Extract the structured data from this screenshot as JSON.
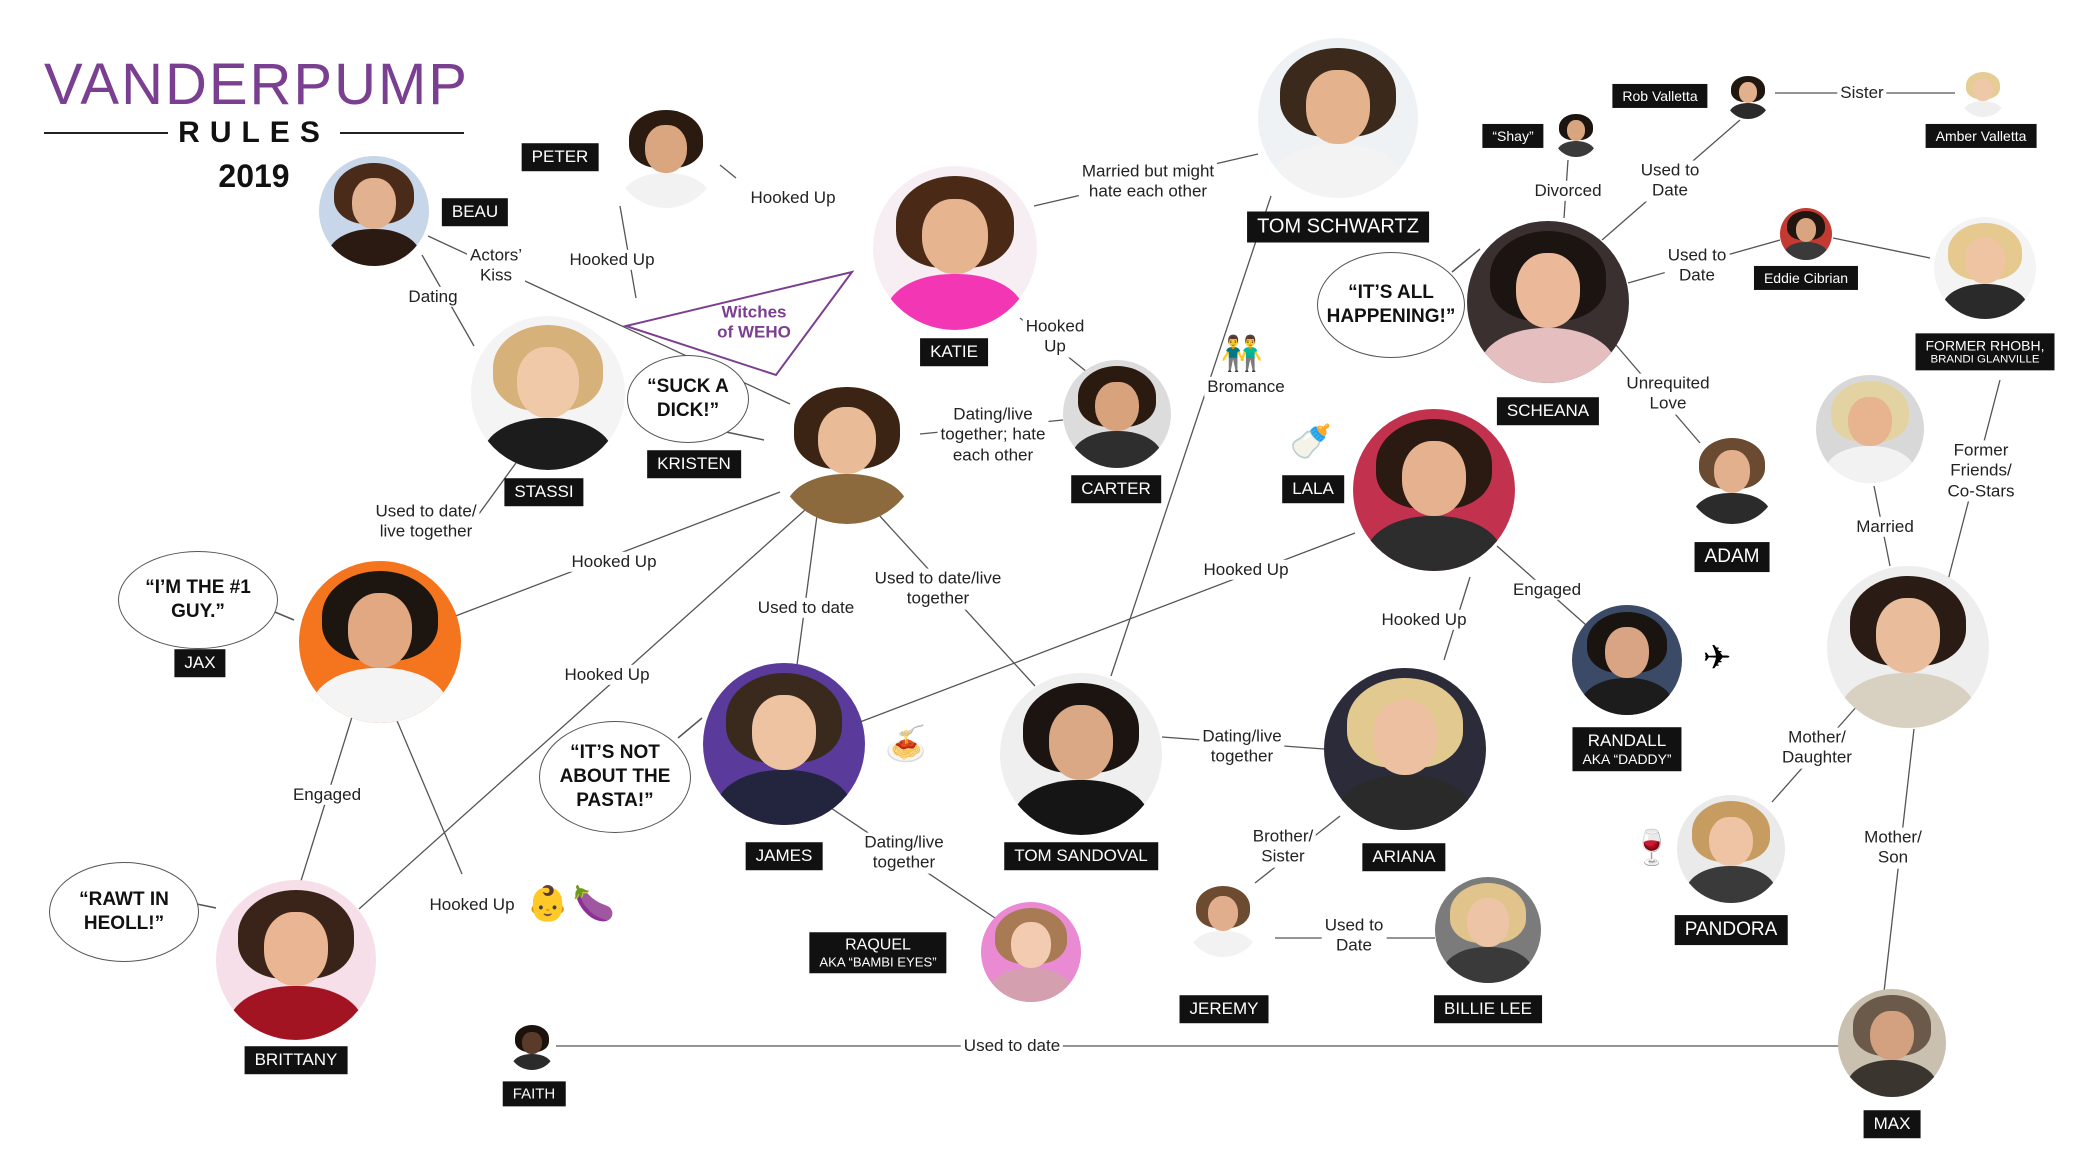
{
  "title": {
    "show": "VANDERPUMP",
    "sub": "RULES",
    "year": "2019"
  },
  "colors": {
    "accent": "#7b3f91",
    "line": "#555555",
    "tag_bg": "#111111"
  },
  "people": [
    {
      "id": "peter",
      "label": "PETER",
      "skin": "#d9a680",
      "hair": "#2a1a10",
      "top": "#f2f2f2",
      "bg": "#ffffff"
    },
    {
      "id": "beau",
      "label": "BEAU",
      "skin": "#e2b18f",
      "hair": "#4a2a18",
      "top": "#2b1a12",
      "bg": "#c7d6e8"
    },
    {
      "id": "stassi",
      "label": "STASSI",
      "skin": "#f0c9a8",
      "hair": "#d6b27a",
      "top": "#1c1c1c",
      "bg": "#f4f4f4"
    },
    {
      "id": "kristen",
      "label": "KRISTEN",
      "skin": "#e9bb97",
      "hair": "#3b2414",
      "top": "#8c6a3e",
      "bg": "#ffffff"
    },
    {
      "id": "katie",
      "label": "KATIE",
      "skin": "#e6b48f",
      "hair": "#4a2a17",
      "top": "#f236b4",
      "bg": "#f7eef3"
    },
    {
      "id": "carter",
      "label": "CARTER",
      "skin": "#d7a27c",
      "hair": "#2b1a10",
      "top": "#2e2e2e",
      "bg": "#dcdcdc"
    },
    {
      "id": "tom_schwartz",
      "label": "TOM SCHWARTZ",
      "skin": "#e4b38e",
      "hair": "#3b2a1c",
      "top": "#f3f3f3",
      "bg": "#eef2f5"
    },
    {
      "id": "jax",
      "label": "JAX",
      "skin": "#e2a881",
      "hair": "#1d1510",
      "top": "#f4f4f4",
      "bg": "#f4751e"
    },
    {
      "id": "james",
      "label": "JAMES",
      "skin": "#edc3a2",
      "hair": "#3a2a1d",
      "top": "#23243e",
      "bg": "#5a3a9a"
    },
    {
      "id": "tom_sandoval",
      "label": "TOM SANDOVAL",
      "skin": "#dba886",
      "hair": "#1b1410",
      "top": "#151515",
      "bg": "#efefef"
    },
    {
      "id": "brittany",
      "label": "BRITTANY",
      "skin": "#eab592",
      "hair": "#3a2419",
      "top": "#a31422",
      "bg": "#f6dfe8"
    },
    {
      "id": "raquel",
      "label": "RAQUEL",
      "label2": "AKA “BAMBI EYES”",
      "skin": "#f3cbb0",
      "hair": "#a87b55",
      "top": "#d4a0b0",
      "bg": "#e98ad3"
    },
    {
      "id": "faith",
      "label": "FAITH",
      "skin": "#5a3a28",
      "hair": "#1b120d",
      "top": "#2b2b2b",
      "bg": "#ffffff"
    },
    {
      "id": "lala",
      "label": "LALA",
      "skin": "#e6b18f",
      "hair": "#2a1a12",
      "top": "#2d2d2d",
      "bg": "#c2324f"
    },
    {
      "id": "ariana",
      "label": "ARIANA",
      "skin": "#ecc0a0",
      "hair": "#e2c98f",
      "top": "#2a2a2a",
      "bg": "#2b2b3a"
    },
    {
      "id": "jeremy",
      "label": "JEREMY",
      "skin": "#e0ae8c",
      "hair": "#6d4b30",
      "top": "#f2f2f2",
      "bg": "#ffffff"
    },
    {
      "id": "billie_lee",
      "label": "BILLIE LEE",
      "skin": "#eec4a6",
      "hair": "#e0c48b",
      "top": "#3a3a3a",
      "bg": "#7b7b7b"
    },
    {
      "id": "scheana",
      "label": "SCHEANA",
      "skin": "#ebb99a",
      "hair": "#1c1410",
      "top": "#e5bfc0",
      "bg": "#3a3030"
    },
    {
      "id": "shay",
      "label": "“Shay”",
      "skin": "#d9a57e",
      "hair": "#1b1410",
      "top": "#3a3a3a",
      "bg": "#ffffff"
    },
    {
      "id": "rob_valletta",
      "label": "Rob Valletta",
      "skin": "#e3b08e",
      "hair": "#20170f",
      "top": "#2b2b2b",
      "bg": "#ffffff"
    },
    {
      "id": "amber_valletta",
      "label": "Amber Valletta",
      "skin": "#efc8a8",
      "hair": "#e6cd96",
      "top": "#efefef",
      "bg": "#ffffff"
    },
    {
      "id": "eddie_cibrian",
      "label": "Eddie Cibrian",
      "skin": "#d9a580",
      "hair": "#20160f",
      "top": "#3a3a3a",
      "bg": "#c33a33"
    },
    {
      "id": "brandi",
      "label": "FORMER RHOBH,",
      "label2": "BRANDI GLANVILLE",
      "skin": "#efc4a2",
      "hair": "#e5c98e",
      "top": "#2a2a2a",
      "bg": "#f4f4f4"
    },
    {
      "id": "adam",
      "label": "ADAM",
      "skin": "#e2b08d",
      "hair": "#6a4a30",
      "top": "#2b2b2b",
      "bg": "#ffffff"
    },
    {
      "id": "randall",
      "label": "RANDALL",
      "label2": "AKA “DADDY”",
      "skin": "#d9a483",
      "hair": "#1a1410",
      "top": "#1c1c1c",
      "bg": "#3b4a66"
    },
    {
      "id": "ken",
      "label": "",
      "skin": "#e8b38f",
      "hair": "#e3d3a3",
      "top": "#f2f2f2",
      "bg": "#d8d8d8"
    },
    {
      "id": "lisa",
      "label": "",
      "skin": "#e9bc9c",
      "hair": "#2a1c14",
      "top": "#d8d0c0",
      "bg": "#eeeeee"
    },
    {
      "id": "pandora",
      "label": "PANDORA",
      "skin": "#eec4a5",
      "hair": "#c79c60",
      "top": "#3a3a3a",
      "bg": "#eaeaea"
    },
    {
      "id": "max",
      "label": "MAX",
      "skin": "#d3a080",
      "hair": "#6b5a4a",
      "top": "#3b3530",
      "bg": "#c9c0b0"
    }
  ],
  "edges": [
    {
      "label": "Hooked Up"
    },
    {
      "label": "Dating"
    },
    {
      "label": "Actors’\nKiss"
    },
    {
      "label": "Hooked Up"
    },
    {
      "label": "Married but might\nhate each other"
    },
    {
      "label": "Hooked\nUp"
    },
    {
      "label": "Dating/live\ntogether; hate\neach other"
    },
    {
      "label": "Used to date/\nlive together"
    },
    {
      "label": "Hooked Up"
    },
    {
      "label": "Engaged"
    },
    {
      "label": "Hooked Up"
    },
    {
      "label": "Used to date"
    },
    {
      "label": "Used to date/live\ntogether"
    },
    {
      "label": "Bromance"
    },
    {
      "label": "Hooked Up"
    },
    {
      "label": "Dating/live\ntogether"
    },
    {
      "label": "Dating/live\ntogether"
    },
    {
      "label": "Hooked Up"
    },
    {
      "label": "Used to date"
    },
    {
      "label": "Hooked Up"
    },
    {
      "label": "Engaged"
    },
    {
      "label": "Brother/\nSister"
    },
    {
      "label": "Used to\nDate"
    },
    {
      "label": "Divorced"
    },
    {
      "label": "Used to\nDate"
    },
    {
      "label": "Sister"
    },
    {
      "label": "Used to\nDate"
    },
    {
      "label": ""
    },
    {
      "label": "Unrequited\nLove"
    },
    {
      "label": "Married"
    },
    {
      "label": "Former\nFriends/\nCo-Stars"
    },
    {
      "label": "Mother/\nDaughter"
    },
    {
      "label": "Mother/\nSon"
    }
  ],
  "quotes": [
    {
      "text": "“SUCK A\nDICK!”"
    },
    {
      "text": "“I’M THE #1\nGUY.”"
    },
    {
      "text": "“IT’S NOT\nABOUT THE\nPASTA!”"
    },
    {
      "text": "“RAWT IN\nHEOLL!”"
    },
    {
      "text": "“IT’S ALL\nHAPPENING!”"
    }
  ],
  "witches": {
    "text": "Witches\nof WEHO"
  },
  "emoji": [
    {
      "name": "bromance-emoji",
      "char": "👬"
    },
    {
      "name": "baby-bottle-emoji",
      "char": "🍼"
    },
    {
      "name": "pasta-emoji",
      "char": "🍝"
    },
    {
      "name": "baby-emoji",
      "char": "👶"
    },
    {
      "name": "eggplant-emoji",
      "char": "🍆"
    },
    {
      "name": "airplane-emoji",
      "char": "✈"
    },
    {
      "name": "wine-emoji",
      "char": "🍷"
    }
  ]
}
